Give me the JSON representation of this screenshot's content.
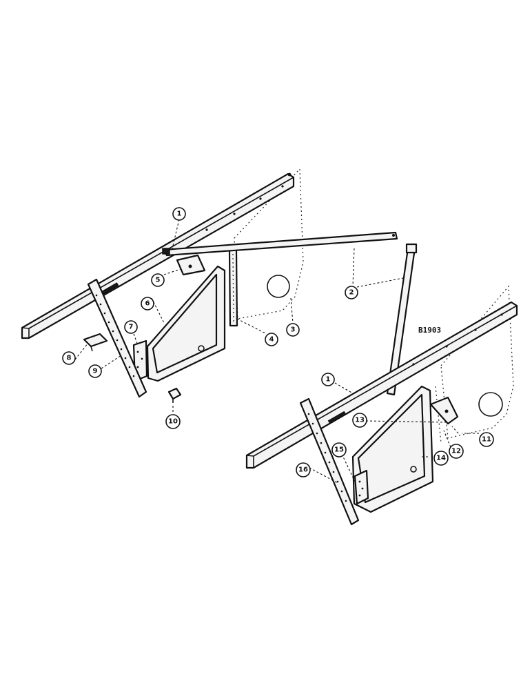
{
  "drawing_code": "B1903",
  "callouts": {
    "c1a": "1",
    "c2": "2",
    "c3": "3",
    "c4": "4",
    "c5": "5",
    "c6": "6",
    "c7": "7",
    "c8": "8",
    "c9": "9",
    "c10": "10",
    "c1b": "1",
    "c11": "11",
    "c12": "12",
    "c13": "13",
    "c14": "14",
    "c15": "15",
    "c16": "16"
  }
}
